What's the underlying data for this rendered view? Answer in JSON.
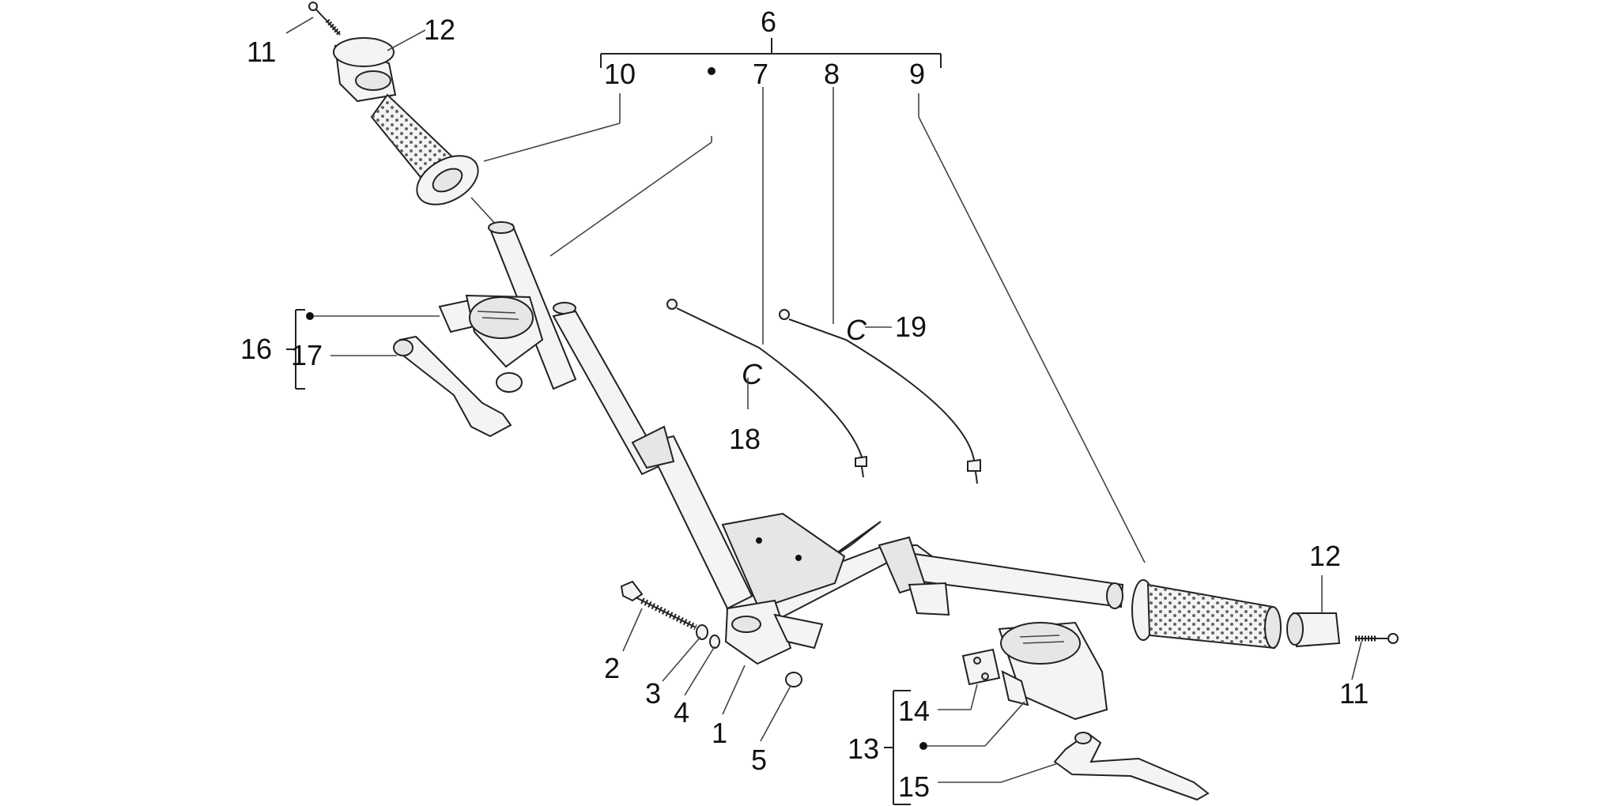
{
  "callouts": {
    "c1": "1",
    "c2": "2",
    "c3": "3",
    "c4": "4",
    "c5": "5",
    "c6": "6",
    "c7": "7",
    "c8": "8",
    "c9": "9",
    "c10": "10",
    "c11_top": "11",
    "c11_right": "11",
    "c12_top": "12",
    "c12_right": "12",
    "c13": "13",
    "c14": "14",
    "c15": "15",
    "c16": "16",
    "c17": "17",
    "c18": "18",
    "c19": "19"
  },
  "clip_glyph": "C"
}
